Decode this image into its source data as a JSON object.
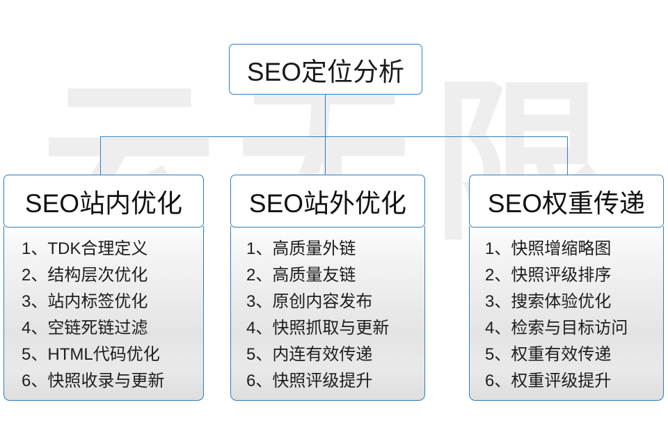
{
  "watermark": {
    "text": "云无限"
  },
  "colors": {
    "accent": "#2b7cc4",
    "text": "#1a1a1a",
    "body_fill_top": "#ffffff",
    "body_fill_mid": "#e4e4e4",
    "watermark": "#eeeeee"
  },
  "diagram": {
    "root": {
      "label": "SEO定位分析"
    },
    "columns": [
      {
        "header": "SEO站内优化",
        "items": [
          {
            "num": "1、",
            "text": "TDK合理定义"
          },
          {
            "num": "2、",
            "text": "结构层次优化"
          },
          {
            "num": "3、",
            "text": "站内标签优化"
          },
          {
            "num": "4、",
            "text": "空链死链过滤"
          },
          {
            "num": "5、",
            "text": "HTML代码优化"
          },
          {
            "num": "6、",
            "text": "快照收录与更新"
          }
        ]
      },
      {
        "header": "SEO站外优化",
        "items": [
          {
            "num": "1、",
            "text": "高质量外链"
          },
          {
            "num": "2、",
            "text": "高质量友链"
          },
          {
            "num": "3、",
            "text": "原创内容发布"
          },
          {
            "num": "4、",
            "text": "快照抓取与更新"
          },
          {
            "num": "5、",
            "text": "内连有效传递"
          },
          {
            "num": "6、",
            "text": "快照评级提升"
          }
        ]
      },
      {
        "header": "SEO权重传递",
        "items": [
          {
            "num": "1、",
            "text": "快照增缩略图"
          },
          {
            "num": "2、",
            "text": "快照评级排序"
          },
          {
            "num": "3、",
            "text": "搜索体验优化"
          },
          {
            "num": "4、",
            "text": "检索与目标访问"
          },
          {
            "num": "5、",
            "text": "权重有效传递"
          },
          {
            "num": "6、",
            "text": "权重评级提升"
          }
        ]
      }
    ]
  }
}
